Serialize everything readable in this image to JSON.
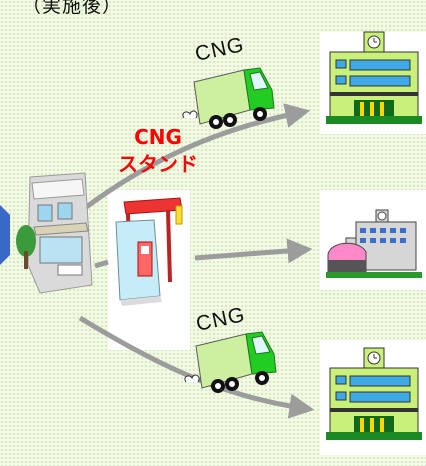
{
  "header": {
    "title": "（実施後）"
  },
  "labels": {
    "cng_top": "CNG",
    "cng_bottom": "CNG",
    "station_line1": "CNG",
    "station_line2": "スタンド"
  },
  "colors": {
    "background": "#f2f9e6",
    "arrow": "#9c9c9c",
    "truck_body": "#ccf0a0",
    "truck_cab": "#22cc22",
    "building_green": "#c8f07a",
    "station_label": "#ff0000"
  },
  "icons": {
    "trucks": [
      "delivery-truck-icon",
      "delivery-truck-icon"
    ],
    "destinations": [
      "school-building-icon",
      "gymnasium-building-icon",
      "school-building-icon"
    ],
    "source": "shop-building-icon",
    "station": "cng-station-icon"
  }
}
